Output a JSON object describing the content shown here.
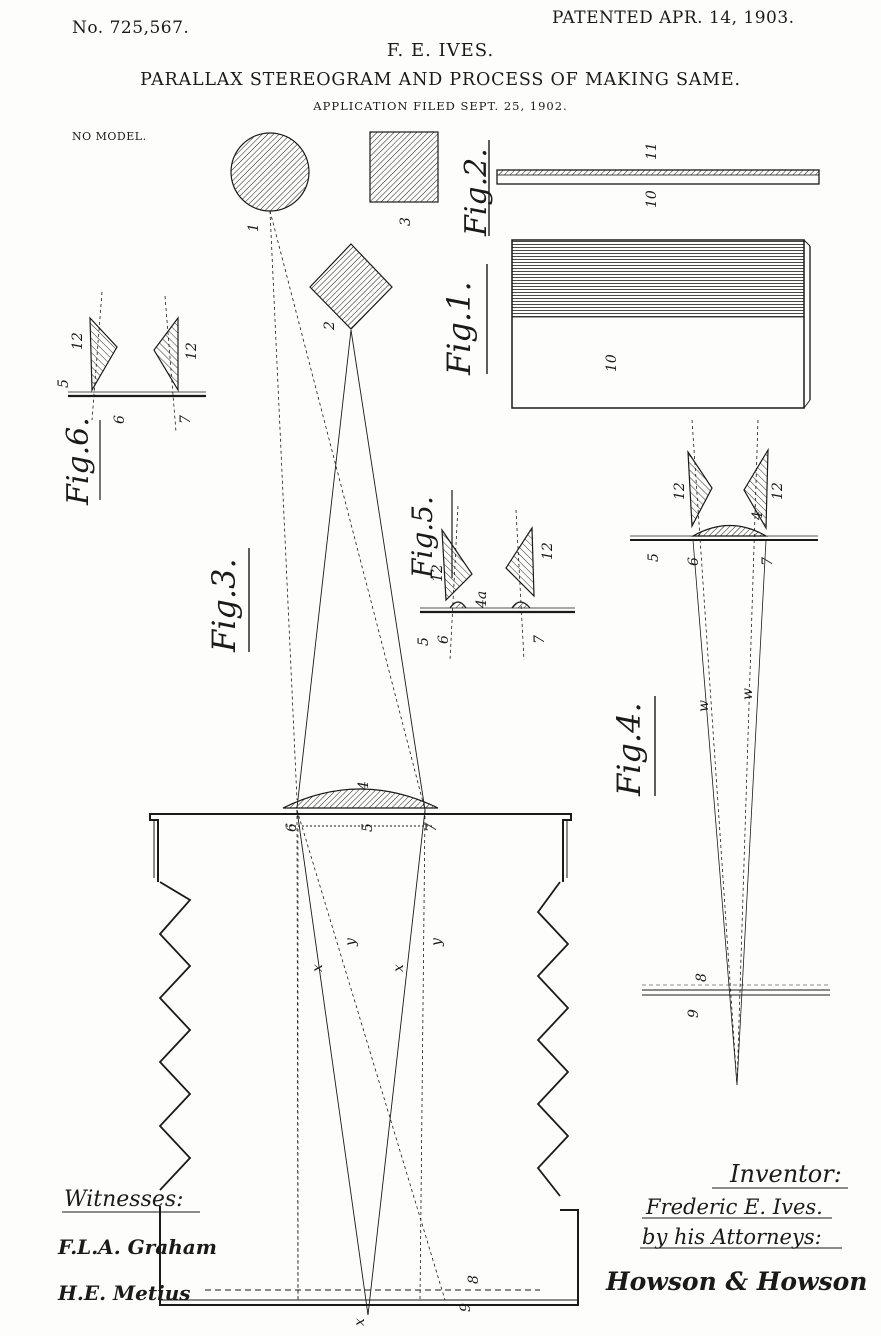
{
  "header": {
    "patent_number": "No. 725,567.",
    "patent_date": "PATENTED APR. 14, 1903.",
    "inventor": "F. E. IVES.",
    "title": "PARALLAX STEREOGRAM AND PROCESS OF MAKING SAME.",
    "filed": "APPLICATION FILED SEPT. 25, 1902.",
    "model_note": "NO MODEL."
  },
  "figures": {
    "fig1": "Fig.1.",
    "fig2": "Fig.2.",
    "fig3": "Fig.3.",
    "fig4": "Fig.4.",
    "fig5": "Fig.5.",
    "fig6": "Fig.6."
  },
  "reference_numerals": {
    "n1": "1",
    "n2": "2",
    "n3": "3",
    "n4": "4",
    "n4a": "4a",
    "n5": "5",
    "n6": "6",
    "n7": "7",
    "n8": "8",
    "n9": "9",
    "n10": "10",
    "n11": "11",
    "n12": "12",
    "ray_w": "w",
    "ray_x": "x",
    "ray_y": "y"
  },
  "signatures": {
    "witnesses_label": "Witnesses:",
    "witness_1": "F.L.A. Graham",
    "witness_2": "H.E. Metius",
    "inventor_label": "Inventor:",
    "inventor_name": "Frederic E. Ives.",
    "attorneys_label": "by his Attorneys:",
    "attorneys": "Howson & Howson"
  },
  "colors": {
    "ink": "#1a1a1a",
    "paper": "#fdfdfb"
  }
}
